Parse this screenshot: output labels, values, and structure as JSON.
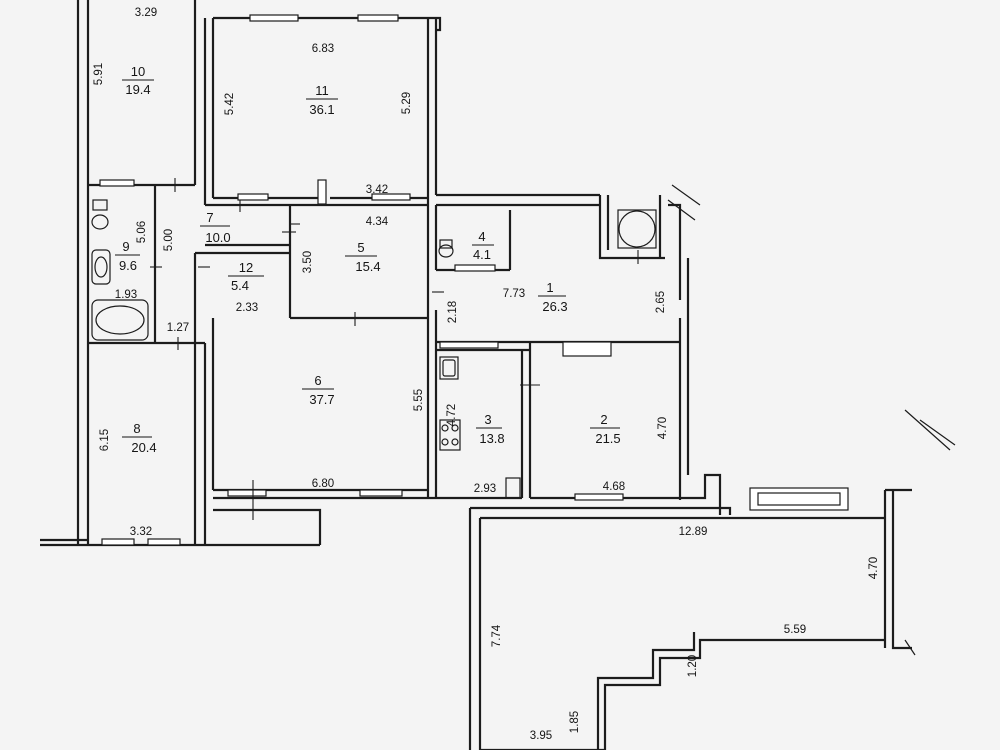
{
  "rooms": [
    {
      "id": "1",
      "area": "26.3"
    },
    {
      "id": "2",
      "area": "21.5"
    },
    {
      "id": "3",
      "area": "13.8"
    },
    {
      "id": "4",
      "area": "4.1"
    },
    {
      "id": "5",
      "area": "15.4"
    },
    {
      "id": "6",
      "area": "37.7"
    },
    {
      "id": "7",
      "area": "10.0"
    },
    {
      "id": "8",
      "area": "20.4"
    },
    {
      "id": "9",
      "area": "9.6"
    },
    {
      "id": "10",
      "area": "19.4"
    },
    {
      "id": "11",
      "area": "36.1"
    },
    {
      "id": "12",
      "area": "5.4"
    }
  ],
  "dimensions": [
    "3.29",
    "5.91",
    "6.83",
    "5.42",
    "5.29",
    "3.42",
    "4.34",
    "5.06",
    "5.00",
    "1.93",
    "1.27",
    "3.50",
    "2.33",
    "7.73",
    "2.18",
    "2.65",
    "4.72",
    "4.70",
    "2.93",
    "4.68",
    "12.89",
    "6.15",
    "3.32",
    "5.55",
    "6.80",
    "7.74",
    "4.70",
    "5.59",
    "1.20",
    "3.95",
    "1.85"
  ]
}
